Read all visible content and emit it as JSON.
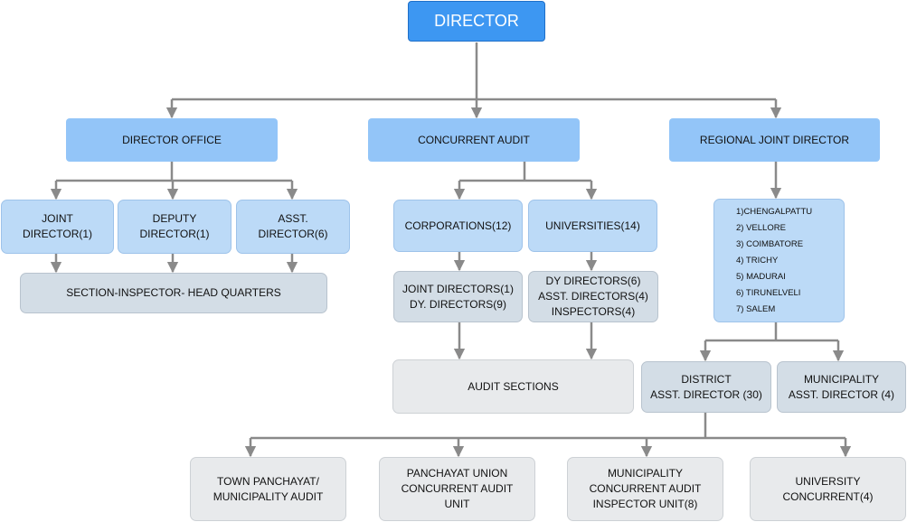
{
  "director": "DIRECTOR",
  "level1": {
    "director_office": "DIRECTOR OFFICE",
    "concurrent_audit": "CONCURRENT AUDIT",
    "regional_joint_director": "REGIONAL JOINT DIRECTOR"
  },
  "director_office_children": {
    "joint_director": [
      "JOINT",
      "DIRECTOR(1)"
    ],
    "deputy_director": [
      "DEPUTY",
      "DIRECTOR(1)"
    ],
    "asst_director": [
      "ASST.",
      "DIRECTOR(6)"
    ],
    "section_inspector": "SECTION-INSPECTOR- HEAD QUARTERS"
  },
  "concurrent_audit_children": {
    "corporations": "CORPORATIONS(12)",
    "universities": "UNIVERSITIES(14)",
    "corporations_staff": [
      "JOINT DIRECTORS(1)",
      "DY. DIRECTORS(9)"
    ],
    "universities_staff": [
      "DY DIRECTORS(6)",
      "ASST. DIRECTORS(4)",
      "INSPECTORS(4)"
    ],
    "audit_sections": "AUDIT SECTIONS"
  },
  "regions": [
    "1)CHENGALPATTU",
    "2) VELLORE",
    "3) COIMBATORE",
    "4) TRICHY",
    "5) MADURAI",
    "6) TIRUNELVELI",
    "7) SALEM"
  ],
  "regional_children": {
    "district": [
      "DISTRICT",
      "ASST. DIRECTOR (30)"
    ],
    "municipality": [
      "MUNICIPALITY",
      "ASST. DIRECTOR (4)"
    ]
  },
  "district_children": {
    "town_panchayat": [
      "TOWN PANCHAYAT/",
      "MUNICIPALITY AUDIT"
    ],
    "panchayat_union": [
      "PANCHAYAT UNION",
      "CONCURRENT AUDIT",
      "UNIT"
    ],
    "municipality_unit": [
      "MUNICIPALITY",
      "CONCURRENT AUDIT",
      "INSPECTOR UNIT(8)"
    ],
    "university_concurrent": [
      "UNIVERSITY",
      "CONCURRENT(4)"
    ]
  },
  "colors": {
    "root": "#3d97f2",
    "level1": "#93c5f8",
    "level2": "#bcdaf7",
    "grey": "#d3dde6",
    "light": "#e8eaec",
    "connector": "#8a8a8a"
  }
}
